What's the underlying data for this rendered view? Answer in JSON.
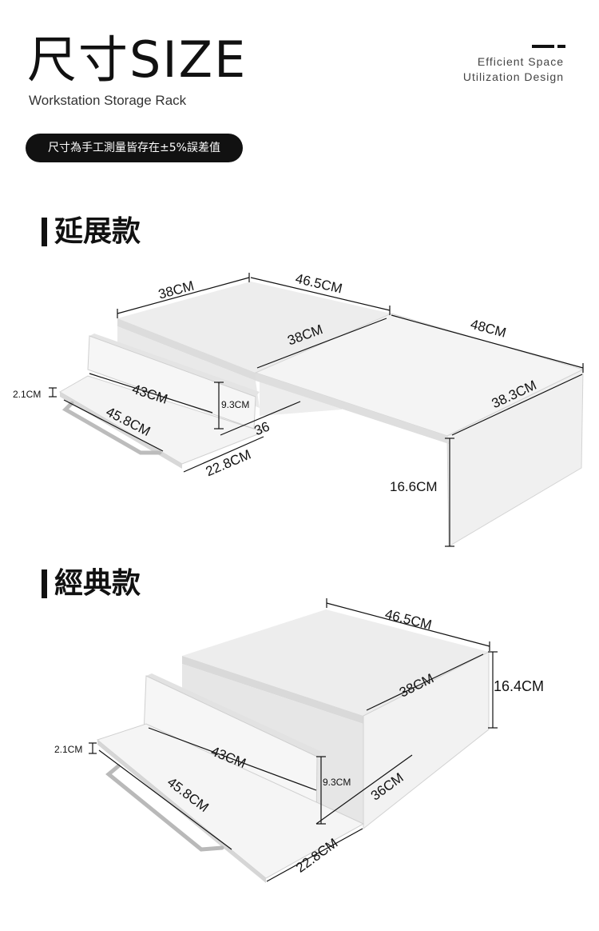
{
  "header": {
    "title": "尺寸SIZE",
    "subtitle": "Workstation Storage Rack",
    "tagline_1": "Efficient Space",
    "tagline_2": "Utilization Design",
    "notice": "尺寸為手工測量皆存在±5%誤差值"
  },
  "extended": {
    "heading": "延展款",
    "dims": {
      "top_left_width": "38CM",
      "overall_top": "46.5CM",
      "middle_depth": "38CM",
      "right_width": "48CM",
      "right_depth": "38.3CM",
      "height": "16.6CM",
      "drawer_width": "43CM",
      "drawer_height": "9.3CM",
      "tray_width": "45.8CM",
      "tray_thickness": "2.1CM",
      "drawer_depth": "36",
      "tray_depth": "22.8CM"
    }
  },
  "classic": {
    "heading": "經典款",
    "dims": {
      "width": "46.5CM",
      "depth": "38CM",
      "height": "16.4CM",
      "drawer_width": "43CM",
      "drawer_height": "9.3CM",
      "tray_width": "45.8CM",
      "tray_thickness": "2.1CM",
      "drawer_depth": "36CM",
      "tray_depth": "22.8CM"
    }
  },
  "colors": {
    "accent": "#111111",
    "panel": "#f2f2f2",
    "panel_shade": "#e3e3e3",
    "handle": "#b9b9b9"
  }
}
